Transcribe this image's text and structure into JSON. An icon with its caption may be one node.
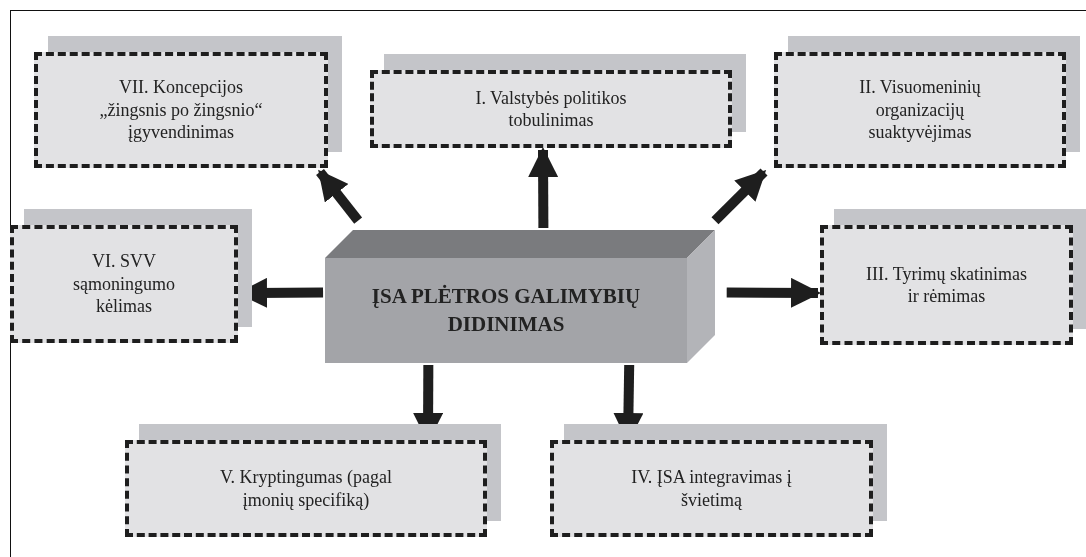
{
  "diagram": {
    "nodes": [
      {
        "text": [
          "VII. Koncepcijos „žingsnis po žingsnio“ įgyvendinimas"
        ]
      },
      {
        "text": [
          "I. Valstybės politikos tobulinimas"
        ]
      },
      {
        "text": [
          "II. Visuomeninių organizacijų suaktyvėjimas"
        ]
      },
      {
        "text": [
          "VI. SVV sąmoningumo kėlimas"
        ]
      },
      {
        "text": [
          "ĮSA PLĖTROS GALIMYBIŲ DIDINIMAS"
        ]
      },
      {
        "text": [
          "III. Tyrimų skatinimas ir rėmimas"
        ]
      },
      {
        "text": [
          "V. Kryptingumas (pagal įmonių specifiką)"
        ]
      },
      {
        "text": [
          "IV. ĮSA integravimas į švietimą"
        ]
      }
    ],
    "edges": [
      {
        "from": 4,
        "to": 0,
        "arrow": "to"
      },
      {
        "from": 4,
        "to": 1,
        "arrow": "to"
      },
      {
        "from": 4,
        "to": 2,
        "arrow": "to"
      },
      {
        "from": 4,
        "to": 3,
        "arrow": "to"
      },
      {
        "from": 4,
        "to": 5,
        "arrow": "to"
      },
      {
        "from": 4,
        "to": 6,
        "arrow": "to"
      },
      {
        "from": 4,
        "to": 7,
        "arrow": "to"
      }
    ]
  }
}
